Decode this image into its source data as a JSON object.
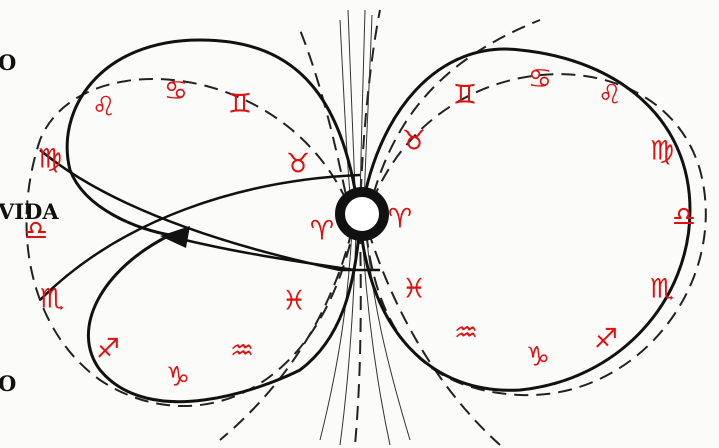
{
  "labels": {
    "top": "O",
    "middle": "VIDA",
    "bottom": "O"
  },
  "zodiac_signs": {
    "left_lobe": [
      "♈",
      "♉",
      "♊",
      "♋",
      "♌",
      "♍",
      "♎",
      "♏",
      "♐",
      "♑",
      "♒",
      "♓"
    ],
    "right_lobe": [
      "♈",
      "♉",
      "♊",
      "♋",
      "♌",
      "♍",
      "♎",
      "♏",
      "♐",
      "♑",
      "♒",
      "♓"
    ]
  },
  "colors": {
    "ink": "#111111",
    "signs": "#e01010",
    "background": "#fbfbf9"
  },
  "center_icon": "ring-icon"
}
